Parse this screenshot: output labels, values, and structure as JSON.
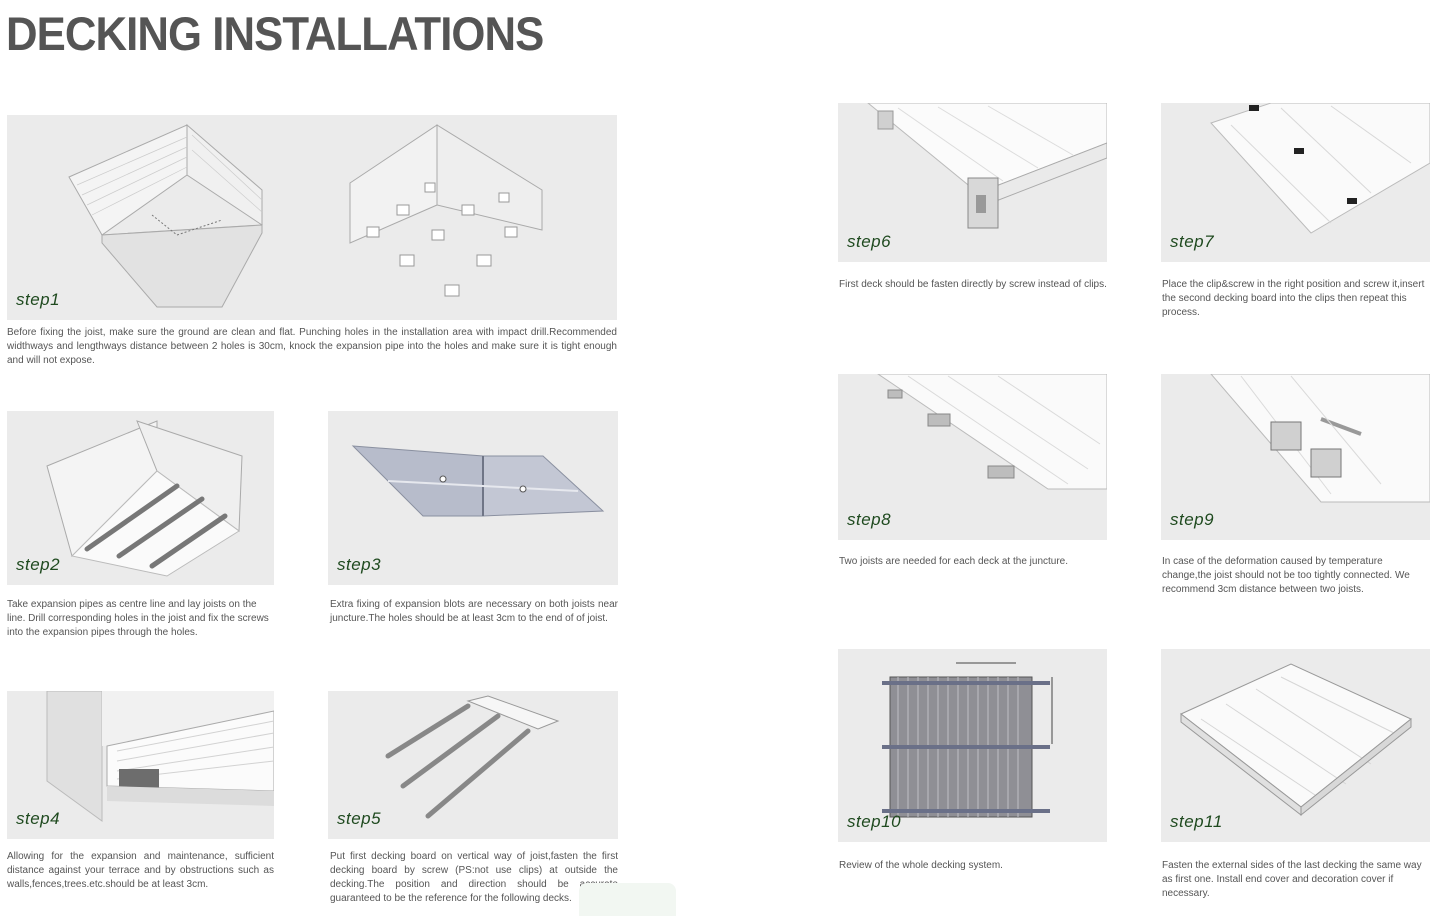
{
  "title": "DECKING INSTALLATIONS",
  "steps": [
    {
      "label": "step1",
      "text": "Before fixing the joist, make sure the ground are clean and flat. Punching holes in the installation area with impact drill.Recommended widthways and lengthways distance between 2 holes is 30cm, knock the expansion pipe into the holes and make sure it is tight enough and will not expose."
    },
    {
      "label": "step2",
      "text": "Take expansion pipes as centre line and lay joists on the line. Drill corresponding holes in the joist and fix the screws into the expansion pipes through the holes."
    },
    {
      "label": "step3",
      "text": "Extra fixing of expansion blots are necessary on both joists near juncture.The holes should be at least 3cm to the end of of joist."
    },
    {
      "label": "step4",
      "text": "Allowing for the expansion and maintenance, sufficient distance against your terrace and by obstructions such as walls,fences,trees.etc.should be at least 3cm."
    },
    {
      "label": "step5",
      "text": "Put first decking board on vertical way of joist,fasten the first decking board by screw (PS:not use clips) at outside the decking.The position and direction should be accurate guaranteed to be the reference for the following decks."
    },
    {
      "label": "step6",
      "text": "First deck should be fasten directly by screw instead of clips."
    },
    {
      "label": "step7",
      "text": "Place the clip&screw in the right position and screw it,insert the second decking board into the clips then repeat this process."
    },
    {
      "label": "step8",
      "text": "Two joists are needed for each deck at the juncture."
    },
    {
      "label": "step9",
      "text": "In case of the deformation caused by temperature change,the joist should not be too tightly connected. We recommend 3cm distance between two joists."
    },
    {
      "label": "step10",
      "text": "Review of the whole decking system."
    },
    {
      "label": "step11",
      "text": "Fasten the external sides of the last decking the same way as first one. Install end cover and decoration cover if necessary."
    }
  ]
}
